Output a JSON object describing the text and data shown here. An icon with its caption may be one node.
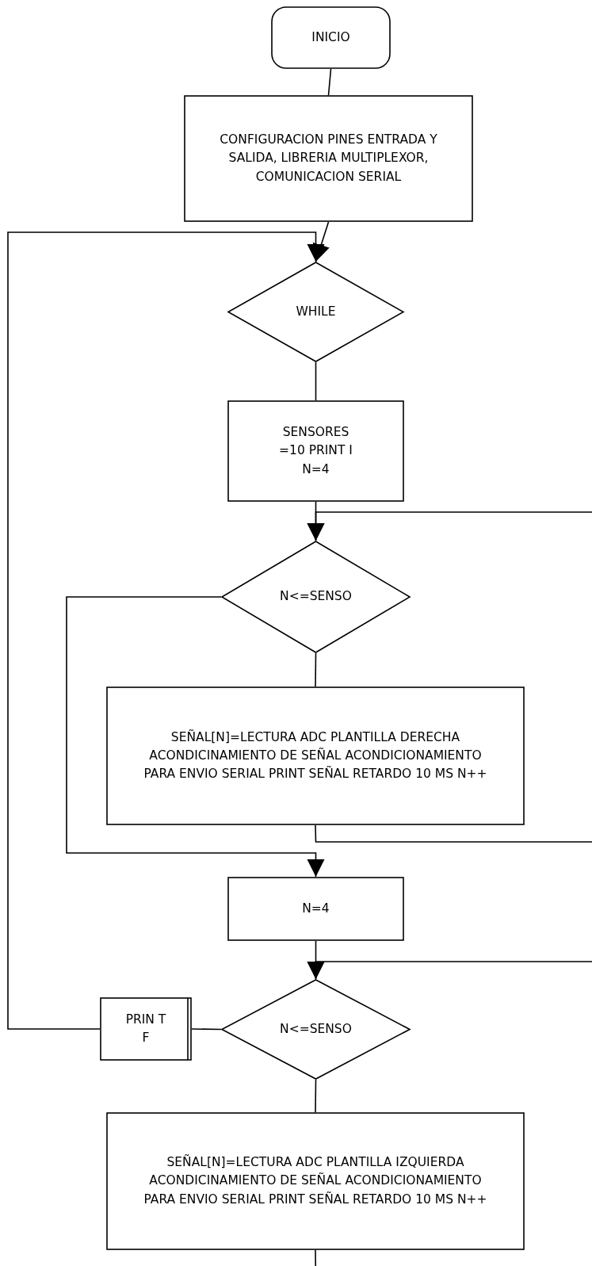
{
  "diagram": {
    "nodes": [
      {
        "text": [
          "INICIO"
        ]
      },
      {
        "text": [
          "CONFIGURACION PINES ENTRADA Y SALIDA, LIBRERIA MULTIPLEXOR, COMUNICACION SERIAL"
        ]
      },
      {
        "text": [
          "WHILE"
        ]
      },
      {
        "text": [
          "SENSORES =10 PRINT I N=4"
        ]
      },
      {
        "text": [
          "N<=SENSO"
        ]
      },
      {
        "text": [
          "SEÑAL[N]=LECTURA ADC PLANTILLA DERECHA ACONDICINAMIENTO DE SEÑAL ACONDICIONAMIENTO PARA ENVIO SERIAL PRINT SEÑAL RETARDO 10 MS N++"
        ]
      },
      {
        "text": [
          "N=4"
        ]
      },
      {
        "text": [
          "N<=SENSO"
        ]
      },
      {
        "text": [
          "PRIN T F"
        ]
      },
      {
        "text": [
          "SEÑAL[N]=LECTURA ADC PLANTILLA IZQUIERDA ACONDICINAMIENTO DE SEÑAL ACONDICIONAMIENTO PARA ENVIO SERIAL PRINT SEÑAL RETARDO 10 MS N++"
        ]
      }
    ],
    "edges": [
      {
        "from": 0,
        "to": 1,
        "arrow": "none"
      },
      {
        "from": 1,
        "to": 2,
        "arrow": "to"
      },
      {
        "from": 2,
        "to": 3,
        "arrow": "none"
      },
      {
        "from": 3,
        "to": 4,
        "arrow": "to"
      },
      {
        "from": 4,
        "to": 5,
        "arrow": "none"
      },
      {
        "from": 5,
        "to": 4,
        "arrow": "to"
      },
      {
        "from": 4,
        "to": 6,
        "arrow": "to"
      },
      {
        "from": 6,
        "to": 7,
        "arrow": "to"
      },
      {
        "from": 7,
        "to": 8,
        "arrow": "none"
      },
      {
        "from": 8,
        "to": 2,
        "arrow": "to"
      },
      {
        "from": 7,
        "to": 9,
        "arrow": "none"
      },
      {
        "from": 9,
        "to": 7,
        "arrow": "to"
      }
    ]
  }
}
